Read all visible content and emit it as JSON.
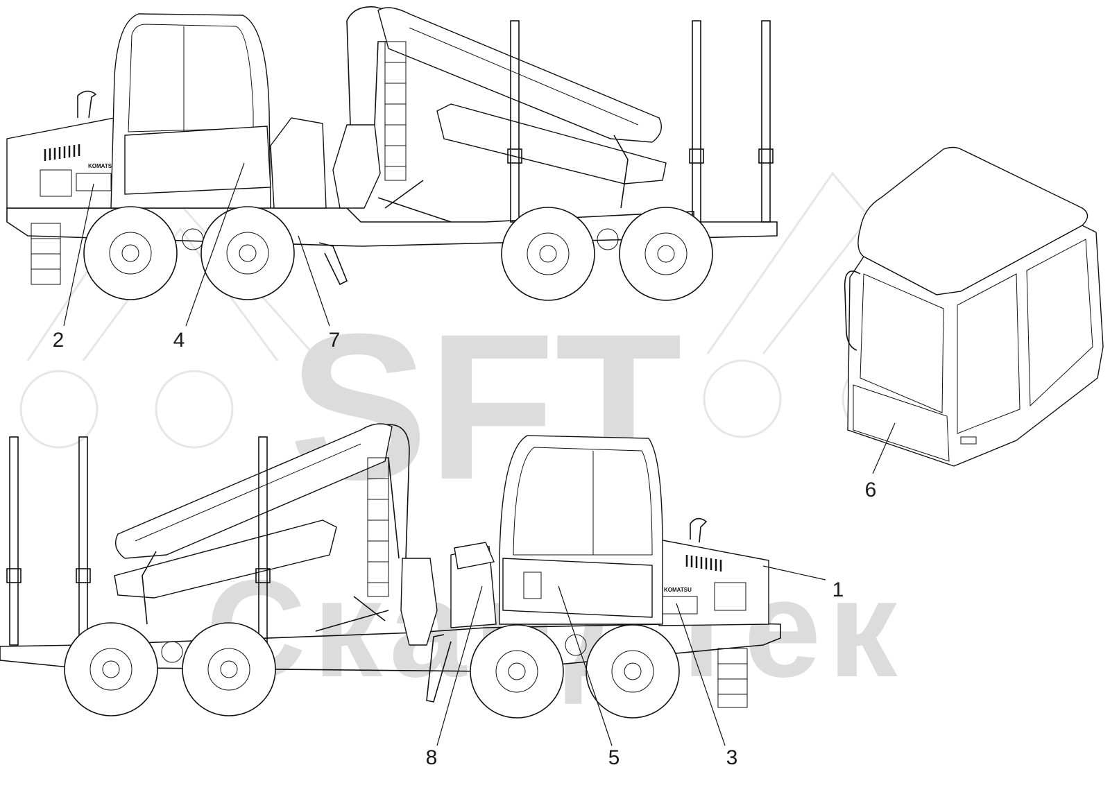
{
  "watermark": {
    "line1": "SFT",
    "line2": "СкандТек"
  },
  "callouts": [
    {
      "num": "1"
    },
    {
      "num": "2"
    },
    {
      "num": "3"
    },
    {
      "num": "4"
    },
    {
      "num": "5"
    },
    {
      "num": "6"
    },
    {
      "num": "7"
    },
    {
      "num": "8"
    }
  ],
  "brand_labels": {
    "top_machine": "KOMATSU",
    "bottom_machine": "KOMATSU"
  }
}
